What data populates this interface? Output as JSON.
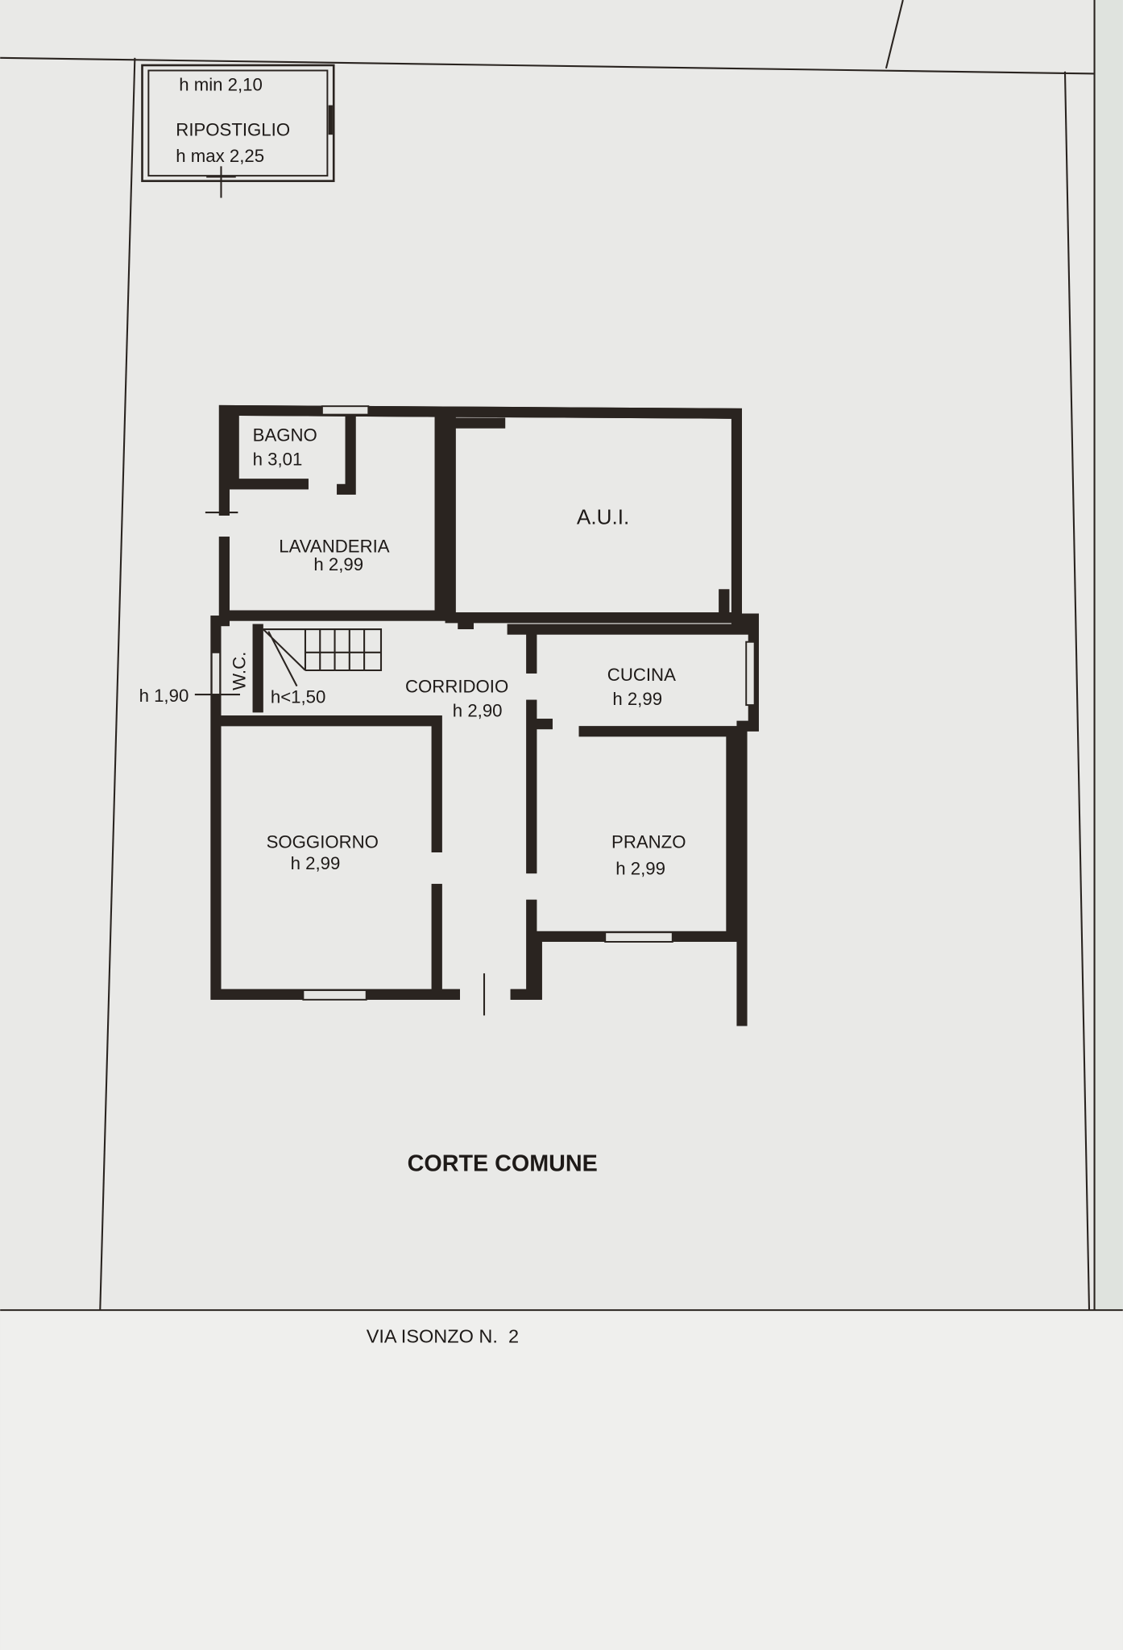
{
  "storage": {
    "h_min": "h min 2,10",
    "name": "RIPOSTIGLIO",
    "h_max": "h max 2,25"
  },
  "rooms": {
    "bagno": {
      "name": "BAGNO",
      "height": "h 3,01"
    },
    "lavanderia": {
      "name": "LAVANDERIA",
      "height": "h 2,99"
    },
    "aui": {
      "name": "A.U.I."
    },
    "wc": {
      "name": "W.C."
    },
    "wc_height": "h 1,90",
    "stair_height": "h<1,50",
    "corridoio": {
      "name": "CORRIDOIO",
      "height": "h 2,90"
    },
    "cucina": {
      "name": "CUCINA",
      "height": "h 2,99"
    },
    "soggiorno": {
      "name": "SOGGIORNO",
      "height": "h 2,99"
    },
    "pranzo": {
      "name": "PRANZO",
      "height": "h 2,99"
    }
  },
  "courtyard": "CORTE COMUNE",
  "street": "VIA ISONZO N.  2"
}
